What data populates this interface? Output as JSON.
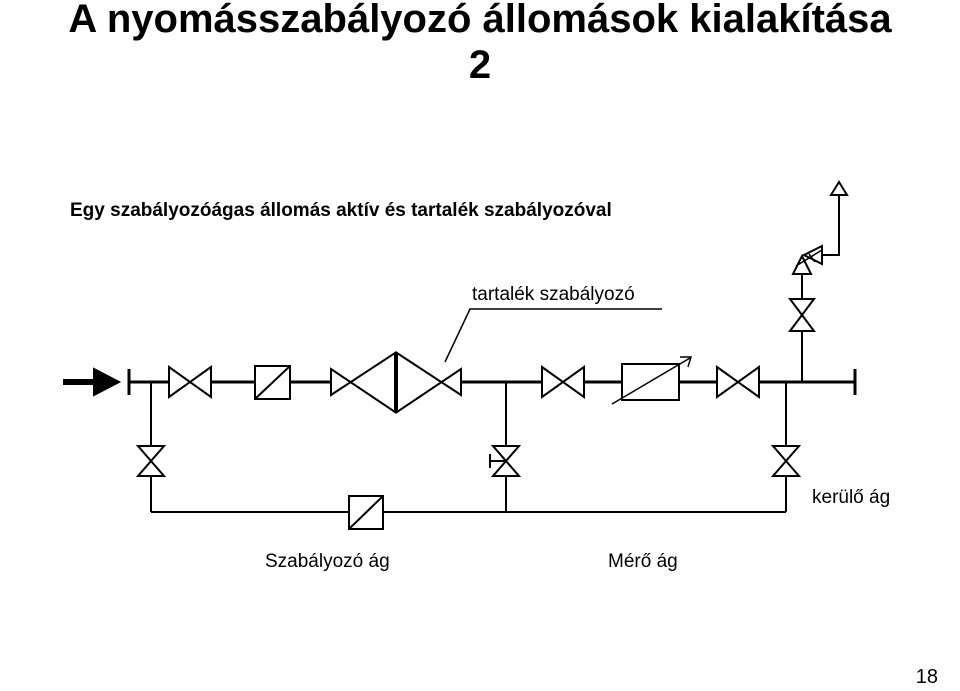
{
  "slide": {
    "title_line1": "A nyomásszabályozó állomások kialakítása",
    "title_line2": "2",
    "page_number": "18"
  },
  "diagram": {
    "heading": "Egy szabályozóágas állomás aktív és tartalék szabályozóval",
    "labels": {
      "reserve_regulator": "tartalék szabályozó",
      "bypass_branch": "kerülő ág",
      "regulator_branch": "Szabályozó ág",
      "metering_branch": "Mérő ág"
    },
    "colors": {
      "line": "#000000",
      "background": "#ffffff"
    }
  }
}
